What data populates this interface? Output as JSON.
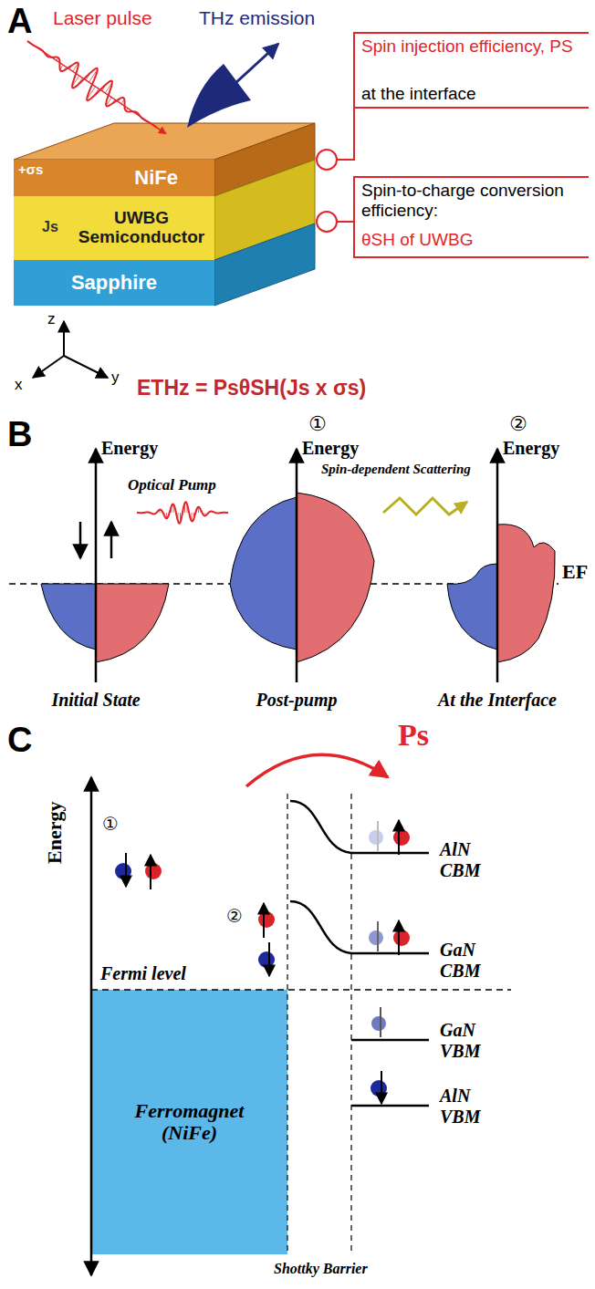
{
  "diagram": {
    "nodes": [
      {
        "text": [
          "NiFe"
        ]
      },
      {
        "text": [
          "UWBG Semiconductor"
        ]
      },
      {
        "text": [
          "Sapphire"
        ]
      },
      {
        "text": [
          "Ferromagnet (NiFe)"
        ]
      }
    ],
    "labels": [
      "A",
      "Laser pulse",
      "THz emission",
      "Spin injection efficiency, PS",
      "at the interface",
      "Spin-to-charge conversion efficiency:",
      "θSH of UWBG",
      "+σs",
      "Js",
      "z",
      "x",
      "y",
      "ETHz = PsθSH(Js x σs)",
      "B",
      "Energy",
      "Energy",
      "Energy",
      "Optical Pump",
      "①",
      "②",
      "Spin-dependent Scattering",
      "EF",
      "Initial State",
      "Post-pump",
      "At the Interface",
      "C",
      "Ps",
      "Energy",
      "①",
      "②",
      "Fermi level",
      "AlN CBM",
      "GaN CBM",
      "GaN VBM",
      "AlN VBM",
      "Shottky Barrier"
    ]
  }
}
